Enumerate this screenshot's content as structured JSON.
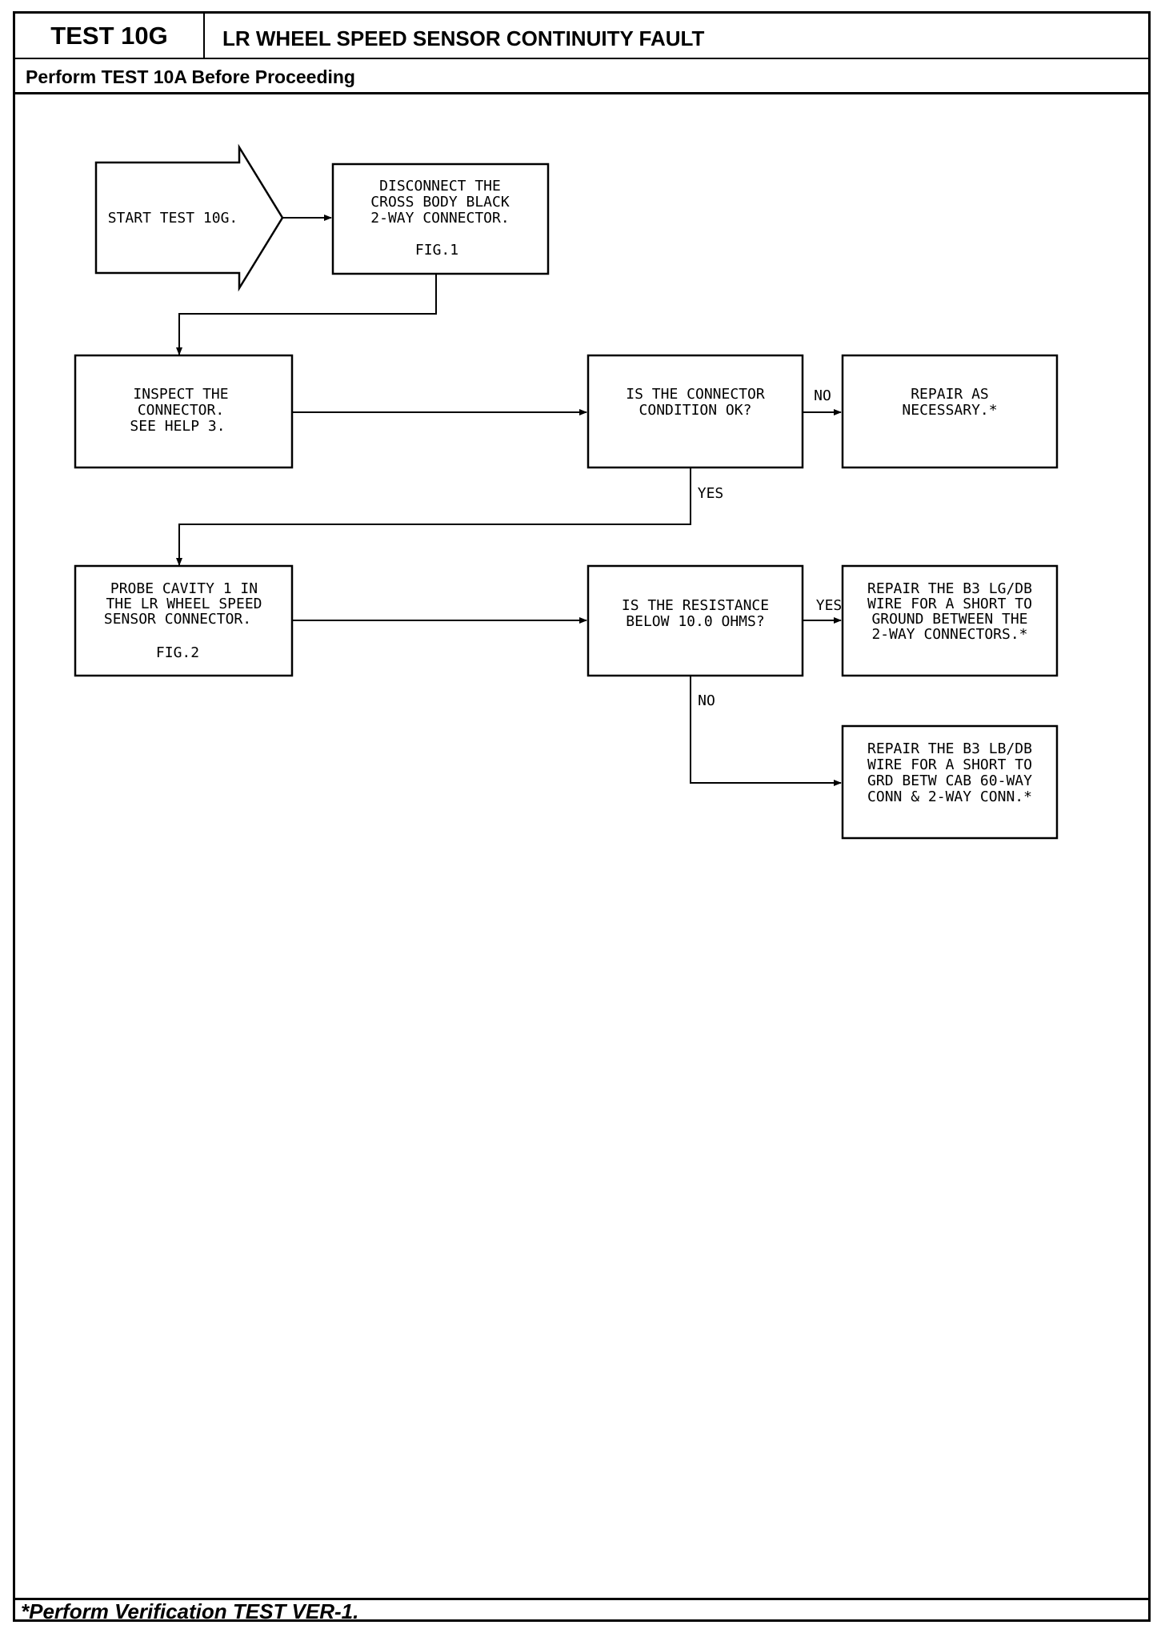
{
  "header": {
    "test_id": "TEST 10G",
    "title": "LR WHEEL SPEED SENSOR CONTINUITY FAULT",
    "prerequisite": "Perform TEST 10A Before Proceeding"
  },
  "flowchart": {
    "start": {
      "label": "START TEST 10G."
    },
    "disconnect": {
      "lines": [
        "DISCONNECT THE",
        "CROSS BODY BLACK",
        "2-WAY CONNECTOR."
      ],
      "fig": "FIG.1"
    },
    "inspect": {
      "lines": [
        "INSPECT THE",
        "CONNECTOR.",
        "SEE HELP 3."
      ]
    },
    "connector_ok": {
      "lines": [
        "IS THE CONNECTOR",
        "CONDITION OK?"
      ]
    },
    "repair_as_necessary": {
      "lines": [
        "REPAIR AS",
        "NECESSARY.*"
      ]
    },
    "probe": {
      "lines": [
        "PROBE CAVITY 1 IN",
        "THE LR WHEEL SPEED",
        "SENSOR CONNECTOR."
      ],
      "fig": "FIG.2"
    },
    "resistance": {
      "lines": [
        "IS THE RESISTANCE",
        "BELOW 10.0 OHMS?"
      ]
    },
    "repair_lg_db": {
      "lines": [
        "REPAIR THE B3 LG/DB",
        "WIRE FOR A SHORT TO",
        "GROUND BETWEEN THE",
        "2-WAY CONNECTORS.*"
      ]
    },
    "repair_lb_db": {
      "lines": [
        "REPAIR THE B3 LB/DB",
        "WIRE FOR A SHORT TO",
        "GRD BETW CAB 60-WAY",
        "CONN & 2-WAY CONN.*"
      ]
    },
    "edge_labels": {
      "yes": "YES",
      "no": "NO"
    }
  },
  "footer": {
    "note": "*Perform Verification TEST VER-1."
  }
}
